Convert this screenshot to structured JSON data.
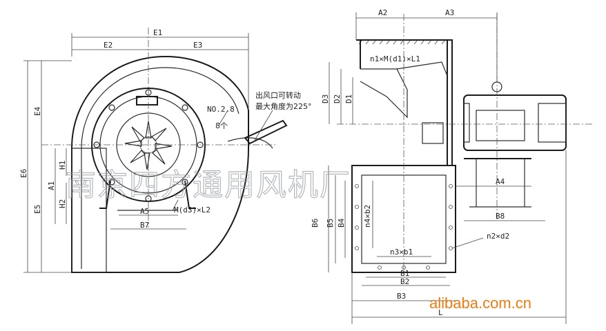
{
  "left_view": {
    "dims": {
      "e1": "E1",
      "e2": "E2",
      "e3": "E3",
      "e4": "E4",
      "e5": "E5",
      "e6": "E6",
      "a1": "A1",
      "h1": "H1",
      "h2": "H2",
      "a5": "A5",
      "b7": "B7"
    },
    "notes": {
      "rotate_line1": "出风口可转动",
      "rotate_line2": "最大角度为225°",
      "fan_no": "NO.2.8",
      "fan_count": "8个",
      "bolt_spec": "M(d3)×L2"
    }
  },
  "right_view": {
    "dims": {
      "a2": "A2",
      "a3": "A3",
      "a4": "A4",
      "d1": "D1",
      "d2": "D2",
      "d3": "D3",
      "b1": "B1",
      "b2": "B2",
      "b3": "B3",
      "b4": "B4",
      "b5": "B5",
      "b6": "B6",
      "b8": "B8",
      "l": "L"
    },
    "notes": {
      "flange_spec": "n1×M(d1)×L1",
      "holes_b2": "n4×b2",
      "holes_b1": "n3×b1",
      "holes_d2": "n2×d2"
    }
  },
  "watermark": "南京四方通用风机厂",
  "brand": "alibaba.com.cn"
}
